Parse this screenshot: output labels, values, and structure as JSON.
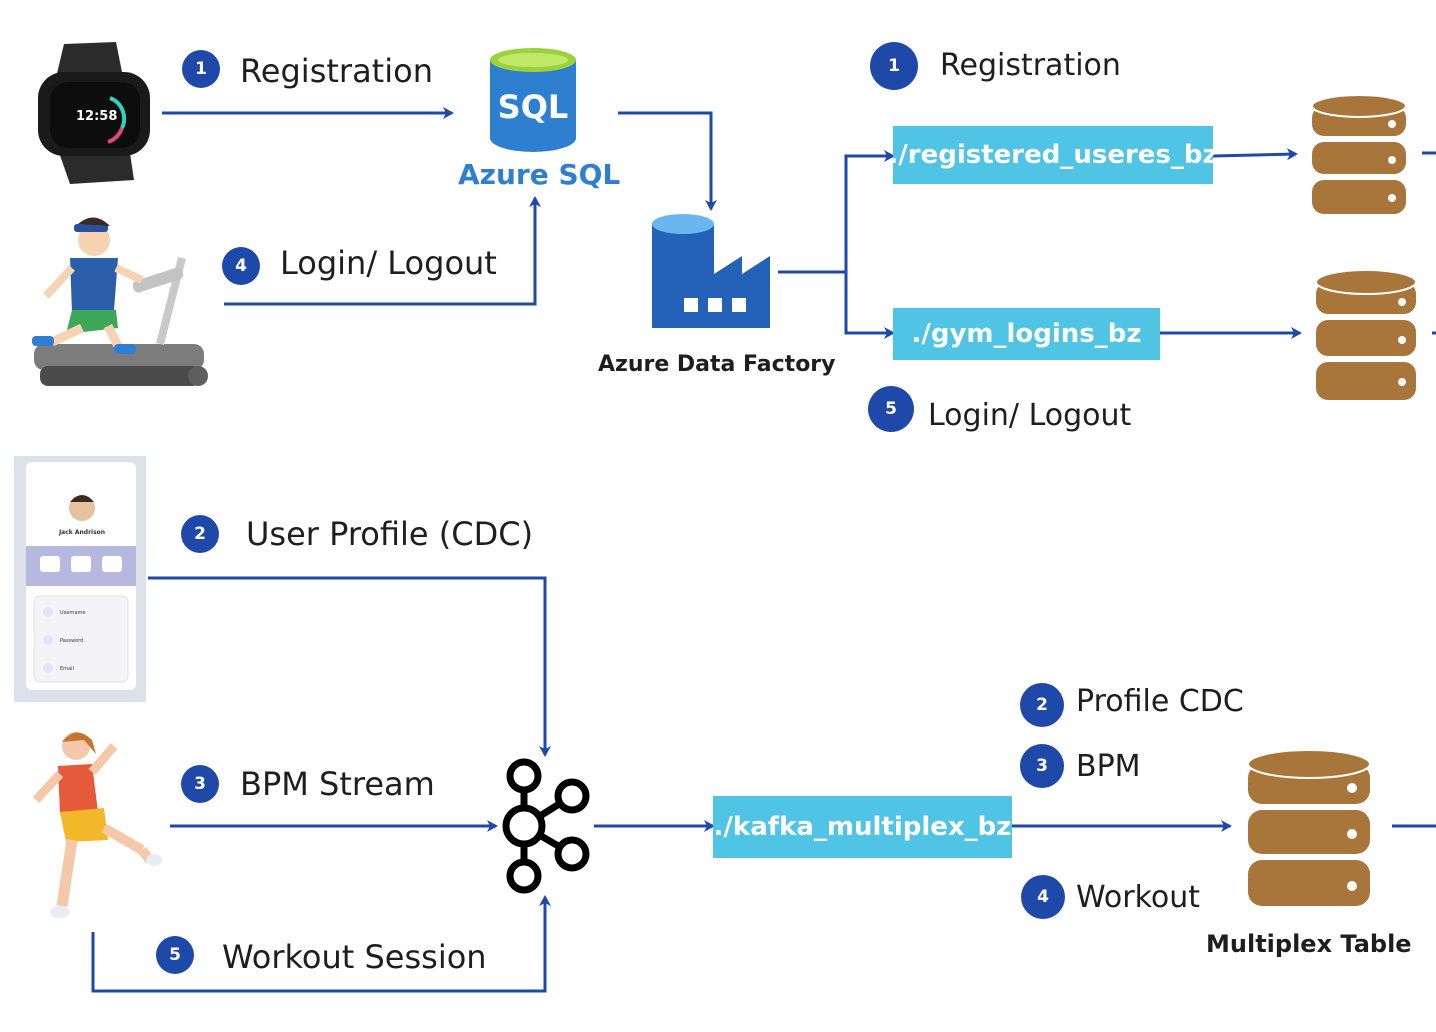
{
  "sources": {
    "registration": {
      "badge": "1",
      "label": "Registration"
    },
    "login_logout": {
      "badge": "4",
      "label": "Login/ Logout"
    },
    "user_profile": {
      "badge": "2",
      "label": "User Profile (CDC)"
    },
    "bpm_stream": {
      "badge": "3",
      "label": "BPM Stream"
    },
    "workout_session": {
      "badge": "5",
      "label": "Workout Session"
    }
  },
  "azure_sql": {
    "icon_text": "SQL",
    "label": "Azure SQL"
  },
  "azure_data_factory": {
    "label": "Azure Data Factory"
  },
  "bronze_tables": {
    "registered_users": "./registered_useres_bz",
    "gym_logins": "./gym_logins_bz",
    "kafka_multiplex": "./kafka_multiplex_bz"
  },
  "right_labels": {
    "registration": {
      "badge": "1",
      "label": "Registration"
    },
    "login_logout": {
      "badge": "5",
      "label": "Login/ Logout"
    },
    "profile_cdc": {
      "badge": "2",
      "label": "Profile CDC"
    },
    "bpm": {
      "badge": "3",
      "label": "BPM"
    },
    "workout": {
      "badge": "4",
      "label": "Workout"
    }
  },
  "multiplex_table": {
    "label": "Multiplex Table"
  },
  "phone": {
    "name": "Jack Andrison",
    "fields": [
      "Username",
      "Password",
      "Email"
    ]
  },
  "watch": {
    "time": "12:58"
  },
  "colors": {
    "arrow": "#1f49a8",
    "badge": "#1f49a8",
    "table_fill": "#4fc4e4",
    "db_fill": "#a8763a",
    "sql_blue": "#2f7fd0"
  }
}
